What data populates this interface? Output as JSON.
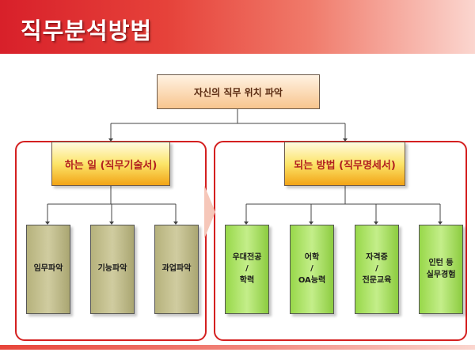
{
  "title": "직무분석방법",
  "top_box": "자신의 직무 위치 파악",
  "left_group": {
    "heading": "하는 일 (직무기술서)",
    "items": [
      "임무파악",
      "기능파악",
      "과업파악"
    ]
  },
  "right_group": {
    "heading": "되는 방법 (직무명세서)",
    "items": [
      "우대전공\n/\n학력",
      "어학\n/\nOA능력",
      "자격증\n/\n전문교육",
      "인턴 등\n실무경험"
    ]
  },
  "colors": {
    "banner": "#d8202a",
    "panel_border": "#d42020",
    "olive_box": "#c2be8e",
    "green_box": "#a8e060",
    "heading_text": "#b22020"
  }
}
